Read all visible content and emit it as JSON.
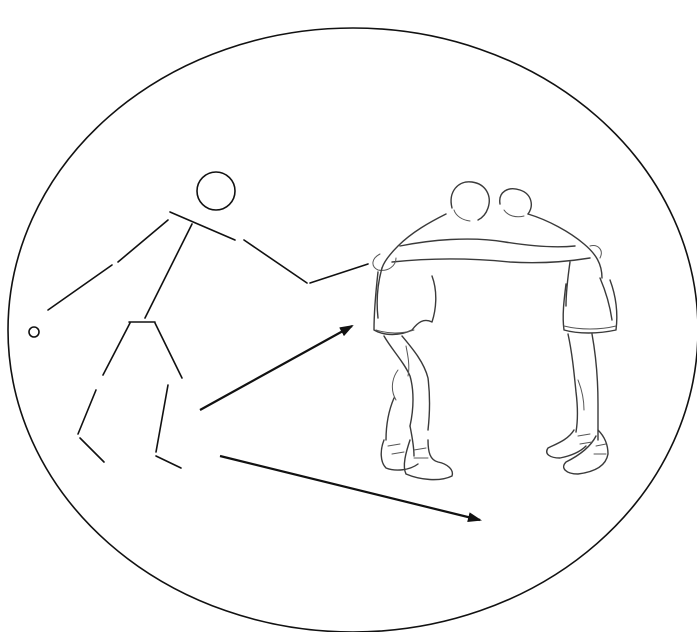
{
  "figure": {
    "kind": "wrestling technique illustration",
    "elements": [
      "boundary-ellipse",
      "stick-figure",
      "wrestlers-drawing",
      "movement-arrow-upper",
      "movement-arrow-lower"
    ]
  },
  "colors": {
    "background": "#ffffff",
    "ink": "#111111",
    "pencil": "#3a3a3a",
    "pencil_light": "#555555",
    "accent_green": "#4a7a4a"
  }
}
